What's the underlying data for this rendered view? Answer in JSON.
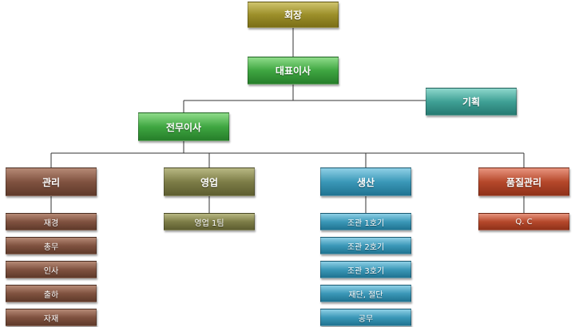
{
  "chairman": "회장",
  "ceo": "대표이사",
  "planning": "기획",
  "executive_director": "전무이사",
  "departments": {
    "management": {
      "label": "관리",
      "teams": [
        "재경",
        "총무",
        "인사",
        "출하",
        "자재"
      ]
    },
    "sales": {
      "label": "영업",
      "teams": [
        "영업 1팀"
      ]
    },
    "production": {
      "label": "생산",
      "teams": [
        "조관 1호기",
        "조관 2호기",
        "조관 3호기",
        "재단, 절단",
        "공무"
      ]
    },
    "quality": {
      "label": "품질관리",
      "teams": [
        "Q. C"
      ]
    }
  },
  "colors": {
    "chairman": "#9c8f2a",
    "ceo": "#3fa641",
    "planning": "#3fa095",
    "executive_director": "#3fa641",
    "management": "#805240",
    "sales": "#7d7d47",
    "production": "#3b98b8",
    "quality": "#b5482b",
    "connector": "#333333"
  }
}
